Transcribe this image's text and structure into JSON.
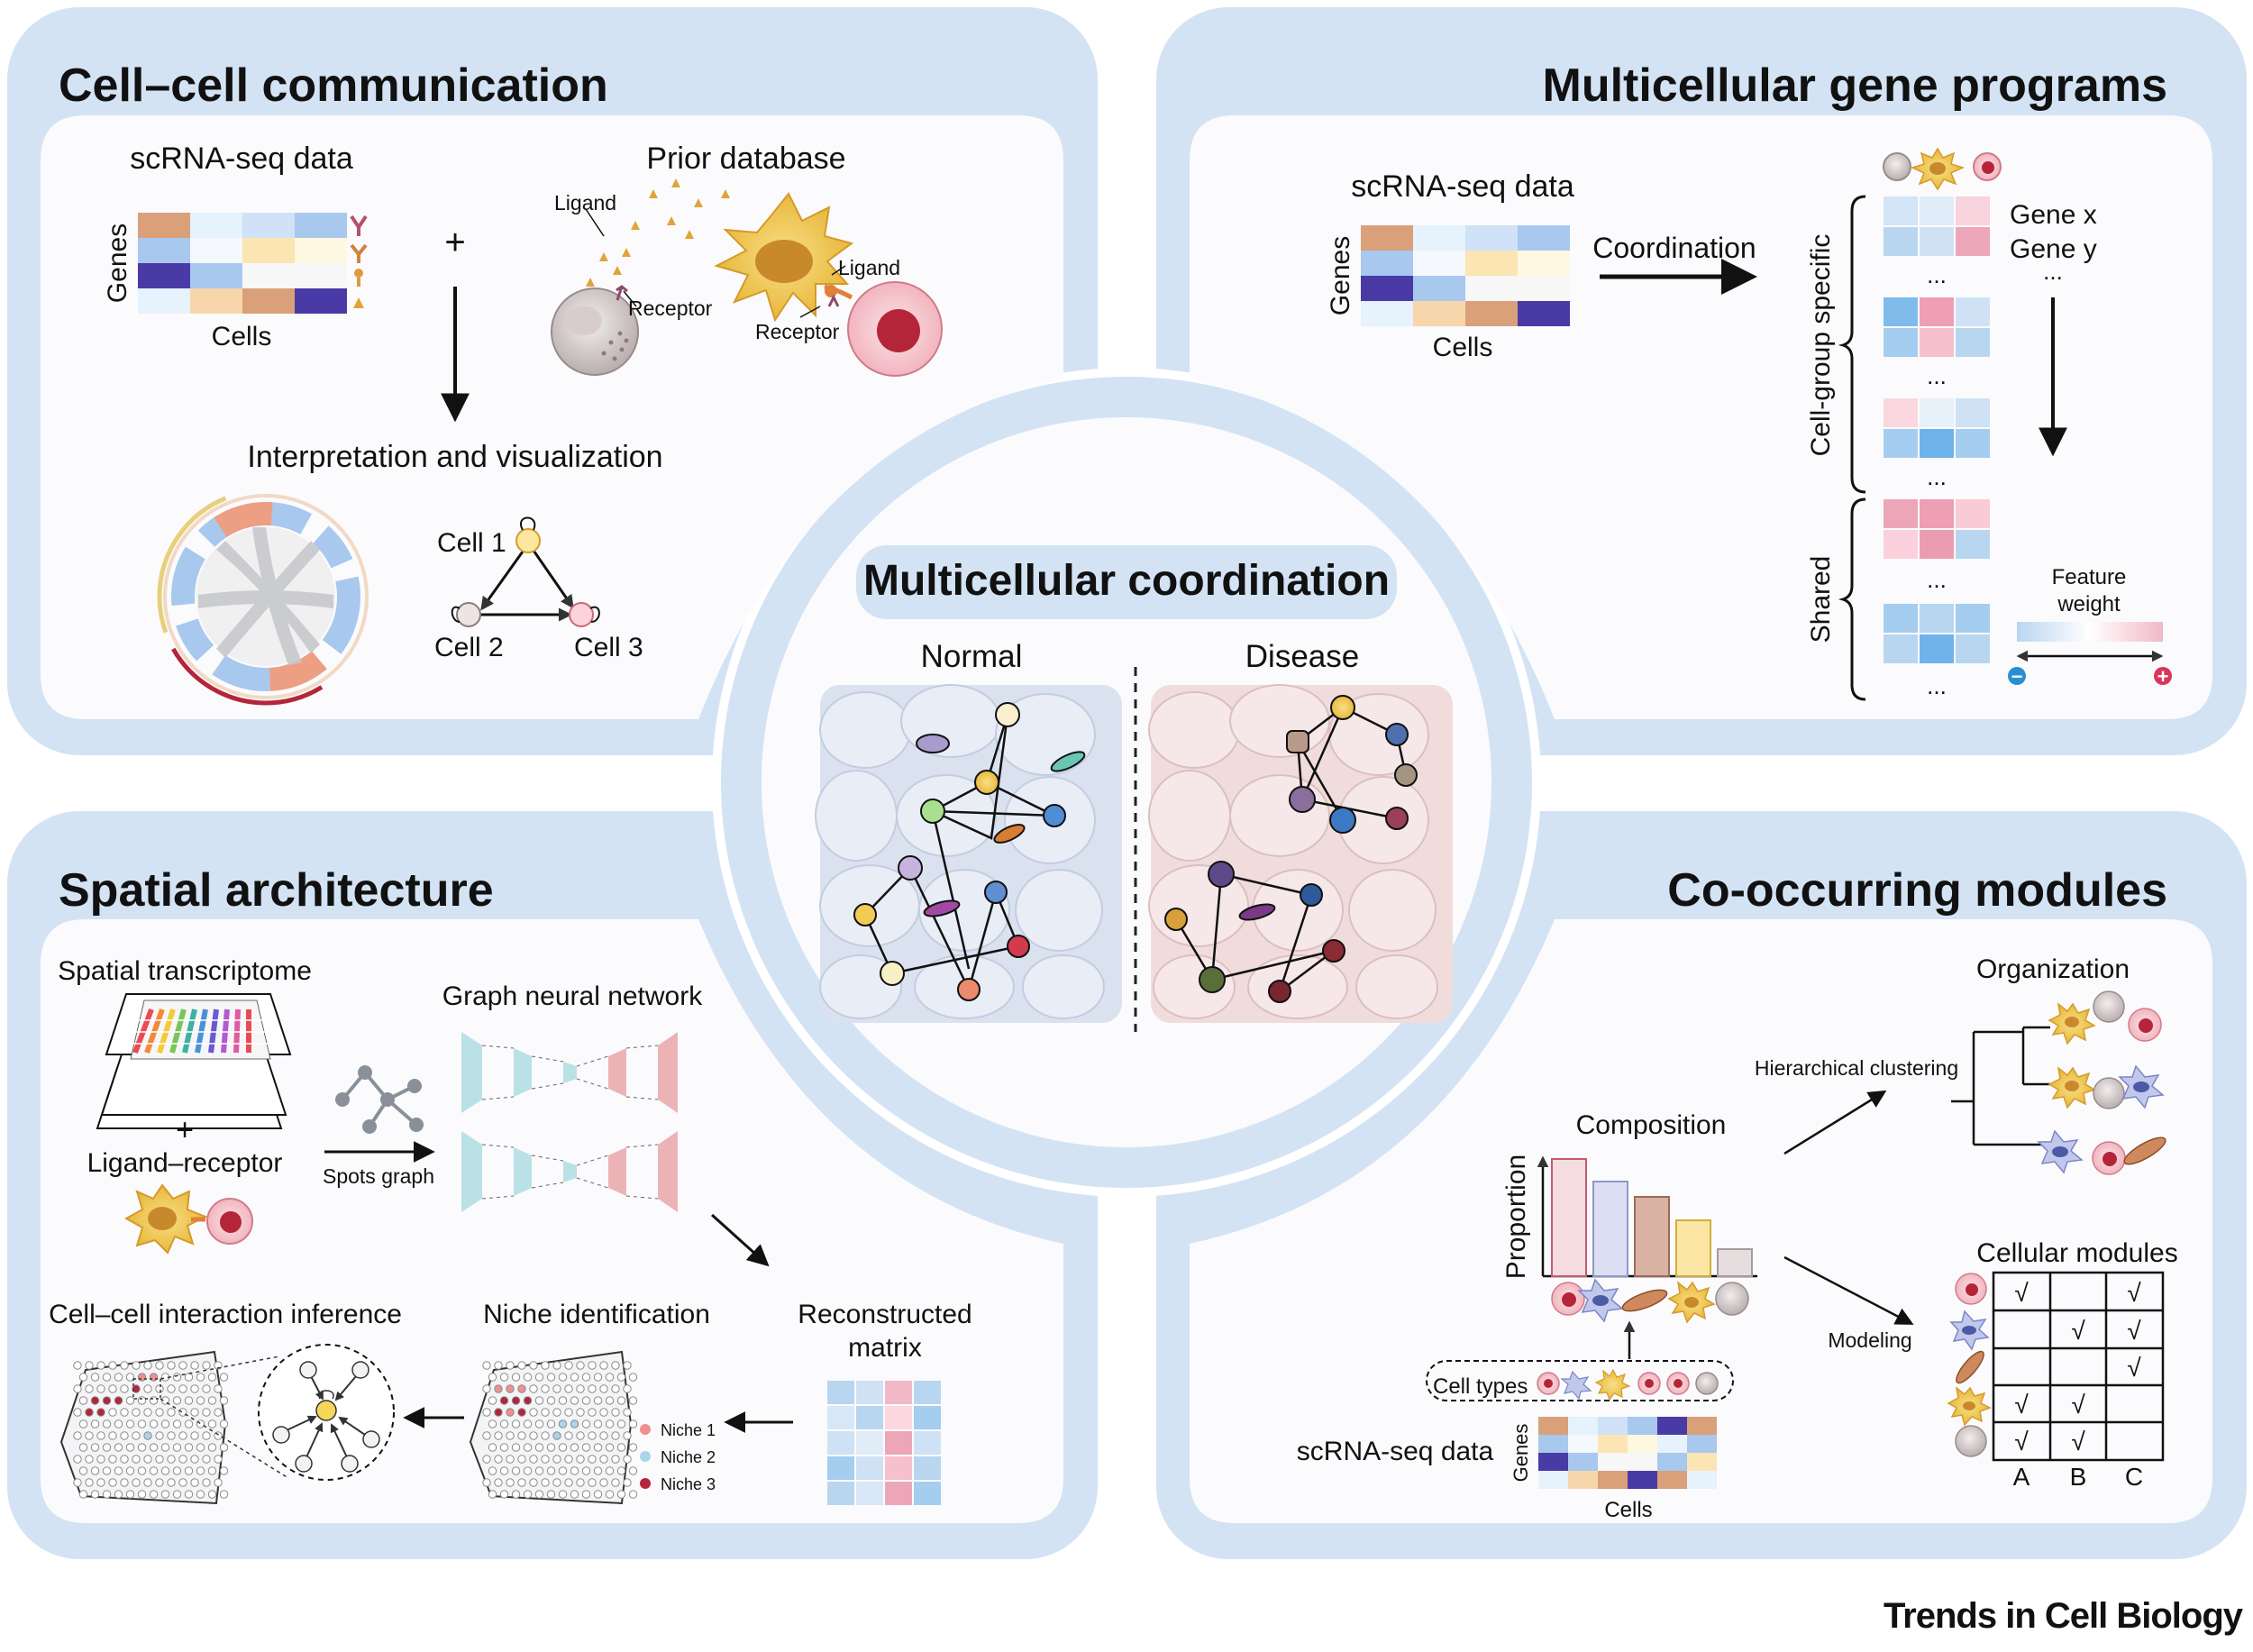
{
  "colors": {
    "panel_blue": "#d3e3f4",
    "inner_white": "#fbfbfd",
    "heat_dark_blue": "#4a3aa6",
    "heat_orange": "#d9a07a",
    "heat_light_blue": "#a8c8ee",
    "heat_pink": "#f2b8c8",
    "heat_yellow": "#fbe6b3",
    "cell_red": "#b5253a",
    "cell_yellow": "#f2cb54",
    "normal_tissue": "#dbe2ef",
    "disease_tissue": "#f1dcdc"
  },
  "center": {
    "title": "Multicellular coordination",
    "normal_label": "Normal",
    "disease_label": "Disease"
  },
  "ccc": {
    "title": "Cell–cell communication",
    "scrna_label": "scRNA-seq data",
    "genes_label": "Genes",
    "cells_label": "Cells",
    "plus": "+",
    "prior_db_label": "Prior database",
    "ligand_label_1": "Ligand",
    "receptor_label_1": "Receptor",
    "ligand_label_2": "Ligand",
    "receptor_label_2": "Receptor",
    "interp_label": "Interpretation and visualization",
    "cell1": "Cell 1",
    "cell2": "Cell 2",
    "cell3": "Cell 3"
  },
  "mgp": {
    "title": "Multicellular gene programs",
    "scrna_label": "scRNA-seq data",
    "genes_label": "Genes",
    "cells_label": "Cells",
    "coordination_label": "Coordination",
    "cell_group_specific": "Cell-group specific",
    "shared": "Shared",
    "gene_x": "Gene x",
    "gene_y": "Gene y",
    "ellipsis": "...",
    "feature_weight_1": "Feature",
    "feature_weight_2": "weight",
    "minus": "−",
    "plus": "+"
  },
  "spatial": {
    "title": "Spatial architecture",
    "spatial_transcriptome": "Spatial transcriptome",
    "plus": "+",
    "ligand_receptor": "Ligand–receptor",
    "spots_graph": "Spots graph",
    "gnn": "Graph neural network",
    "reconstructed_1": "Reconstructed",
    "reconstructed_2": "matrix",
    "niche_identification": "Niche identification",
    "cci_inference": "Cell–cell interaction inference",
    "niche1": "Niche 1",
    "niche2": "Niche 2",
    "niche3": "Niche 3"
  },
  "com": {
    "title": "Co-occurring modules",
    "organization": "Organization",
    "hierarchical_clustering": "Hierarchical clustering",
    "composition": "Composition",
    "proportion": "Proportion",
    "cell_types": "Cell types",
    "scrna_label": "scRNA-seq data",
    "genes_label": "Genes",
    "cells_label": "Cells",
    "modeling": "Modeling",
    "cellular_modules": "Cellular modules",
    "col_a": "A",
    "col_b": "B",
    "col_c": "C",
    "check": "√"
  },
  "footer": {
    "journal": "Trends in Cell Biology"
  }
}
